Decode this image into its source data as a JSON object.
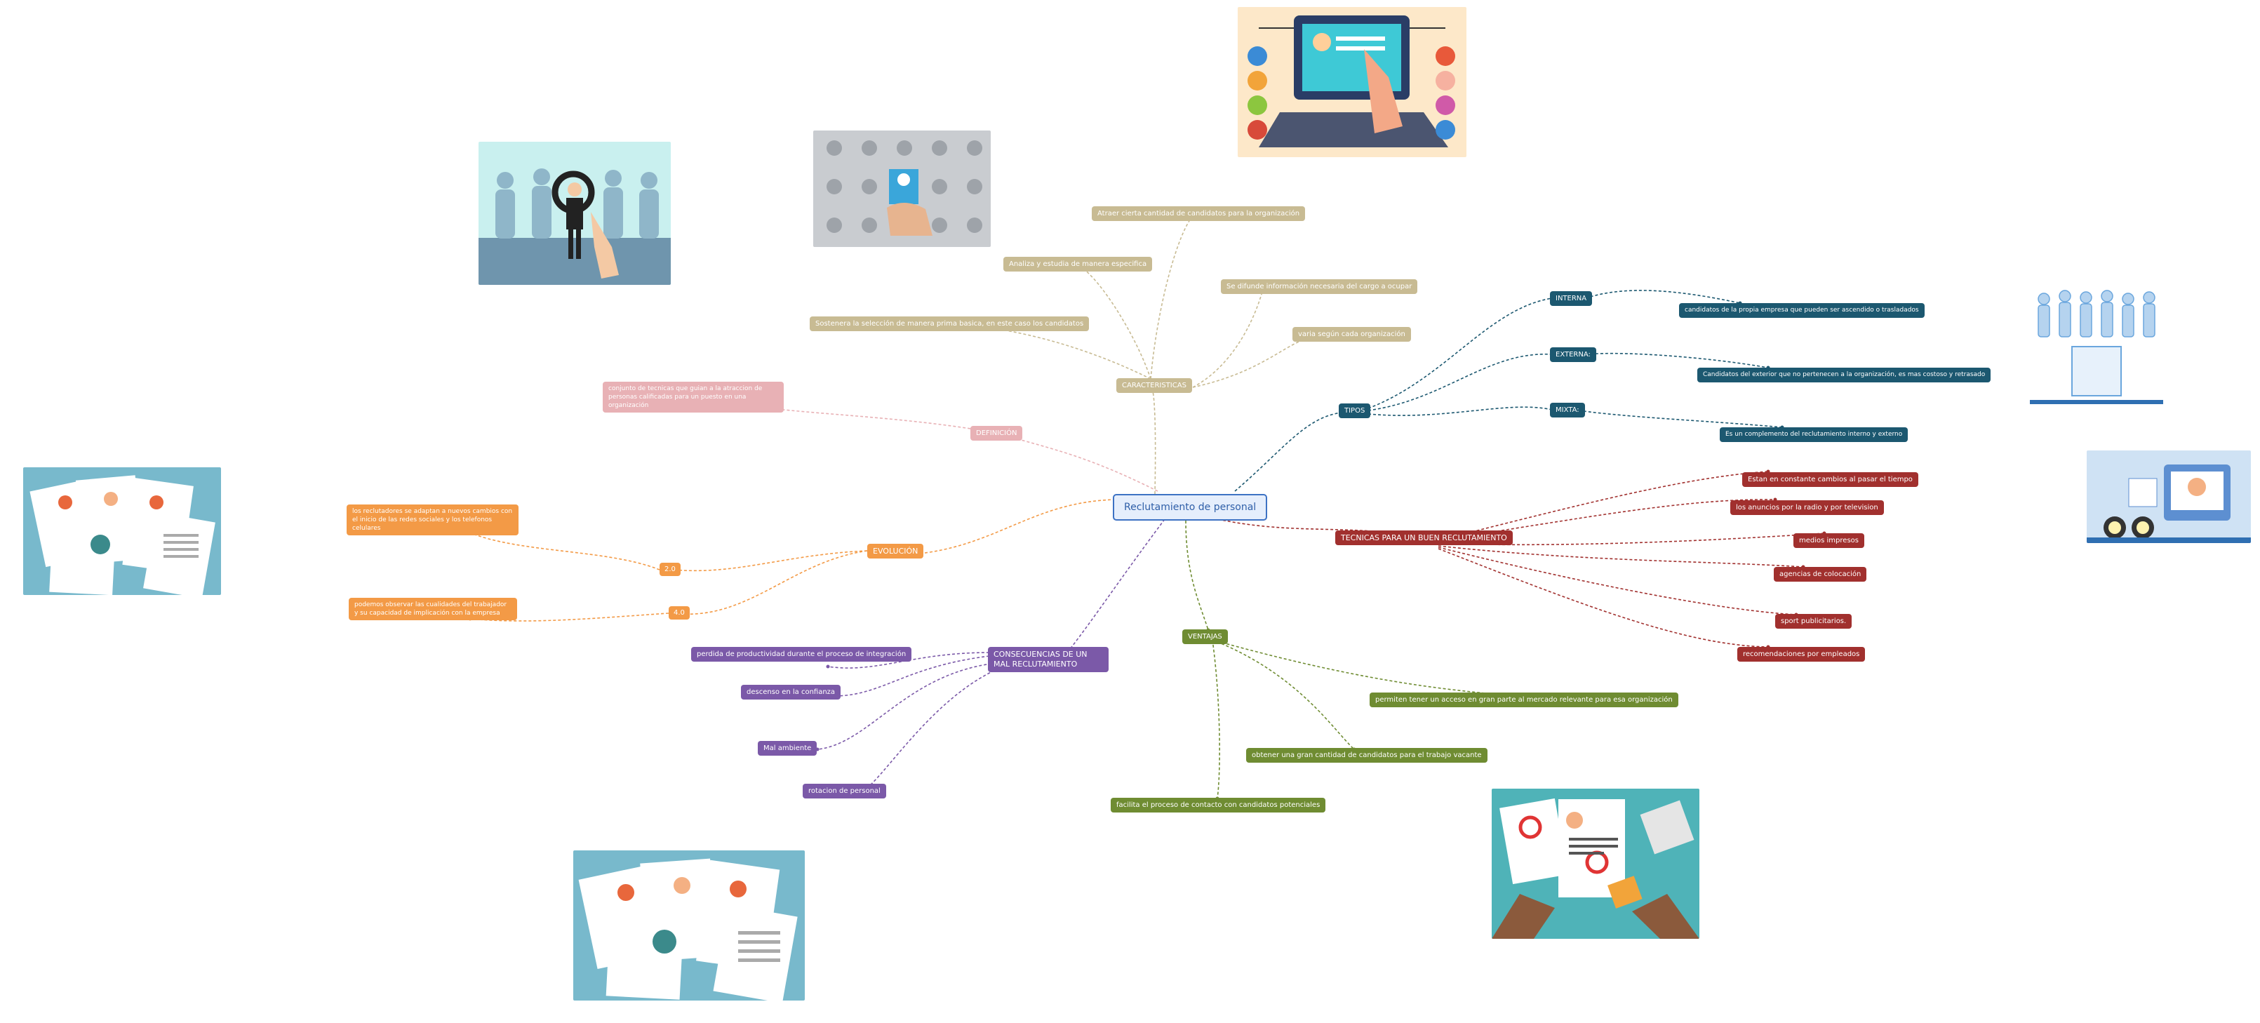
{
  "root": {
    "label": "Reclutamiento de personal"
  },
  "colors": {
    "caracteristicas": "#c8bb93",
    "definicion": "#e8b1b5",
    "evolucion": "#f39a46",
    "consecuencias": "#7b59a8",
    "ventajas": "#6f8c32",
    "tecnicas": "#a1302e",
    "tipos": "#1c5870",
    "root_border": "#3d72c4"
  },
  "caracteristicas": {
    "label": "CARACTERISTICAS",
    "items": [
      "Atraer cierta cantidad de candidatos para la organización",
      "Analiza y estudia de manera especifica",
      "Se difunde información necesaria del cargo a ocupar",
      "varia según cada organización",
      "Sostenera la selección de manera prima basica, en este caso los candidatos"
    ]
  },
  "definicion": {
    "label": "DEFINICIÓN",
    "text": "conjunto de tecnicas que guian a la atraccion de personas calificadas para un puesto en una organización"
  },
  "evolucion": {
    "label": "EVOLUCIÓN",
    "subs": [
      {
        "label": "2.0",
        "text": "los reclutadores se adaptan a nuevos cambios con el inicio de las redes sociales y los telefonos celulares"
      },
      {
        "label": "4.0",
        "text": "podemos observar las cualidades del trabajador y su capacidad de implicación con la empresa"
      }
    ]
  },
  "consecuencias": {
    "label": "CONSECUENCIAS DE UN MAL RECLUTAMIENTO",
    "items": [
      "perdida de productividad durante el proceso de integración",
      "descenso en la confianza",
      "Mal ambiente",
      "rotacion de personal"
    ]
  },
  "ventajas": {
    "label": "VENTAJAS",
    "items": [
      "permiten tener un acceso en gran parte al mercado relevante para esa organización",
      "obtener una gran cantidad de candidatos para el trabajo vacante",
      "facilita el proceso de contacto con candidatos potenciales"
    ]
  },
  "tecnicas": {
    "label": "TECNICAS PARA UN BUEN RECLUTAMIENTO",
    "items": [
      "Estan en constante cambios al pasar el tiempo",
      "los anuncios por la radio y por television",
      "medios impresos",
      "agencias de colocación",
      "sport publicitarios.",
      "recomendaciones por empleados"
    ]
  },
  "tipos": {
    "label": "TIPOS",
    "subs": [
      {
        "label": "INTERNA",
        "text": "candidatos de la propia empresa que pueden ser ascendido o trasladados"
      },
      {
        "label": "EXTERNA:",
        "text": "Candidatos del exterior que no pertenecen a la organización, es mas costoso y retrasado"
      },
      {
        "label": "MIXTA:",
        "text": "Es un complemento del reclutamiento interno y externo"
      }
    ]
  }
}
